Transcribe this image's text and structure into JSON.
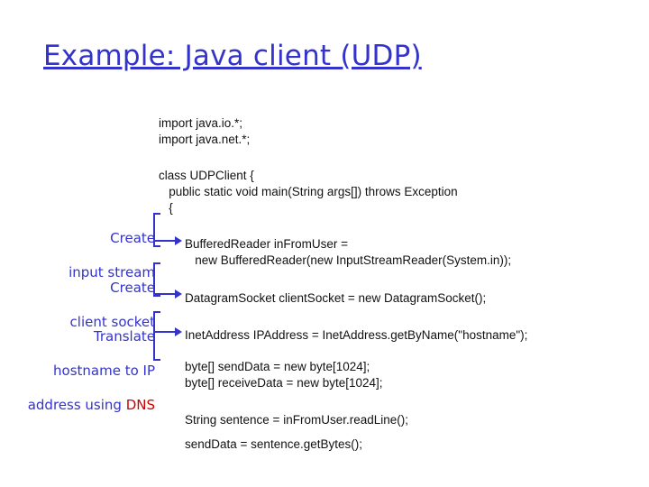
{
  "slide": {
    "title": "Example: Java client (UDP)",
    "title_color": "#3333cc",
    "annotation_color": "#3333cc",
    "highlight_color": "#cc0000",
    "code": {
      "imports": "import java.io.*;\nimport java.net.*;",
      "class_decl": "class UDPClient {\n   public static void main(String args[]) throws Exception\n   {",
      "buffered_reader": "BufferedReader inFromUser =\n   new BufferedReader(new InputStreamReader(System.in));",
      "datagram_socket": "DatagramSocket clientSocket = new DatagramSocket();",
      "inet_address": "InetAddress IPAddress = InetAddress.getByName(\"hostname\");",
      "byte_arrays": "byte[] sendData = new byte[1024];\nbyte[] receiveData = new byte[1024];",
      "read_line": "String sentence = inFromUser.readLine();",
      "get_bytes": "sendData = sentence.getBytes();"
    },
    "annotations": [
      {
        "line1": "Create",
        "line2": "input stream",
        "line3": ""
      },
      {
        "line1": "Create",
        "line2": "client socket",
        "line3": ""
      },
      {
        "line1": "Translate",
        "line2": "hostname to IP",
        "line3": "address using DNS",
        "highlight": "DNS"
      }
    ]
  }
}
